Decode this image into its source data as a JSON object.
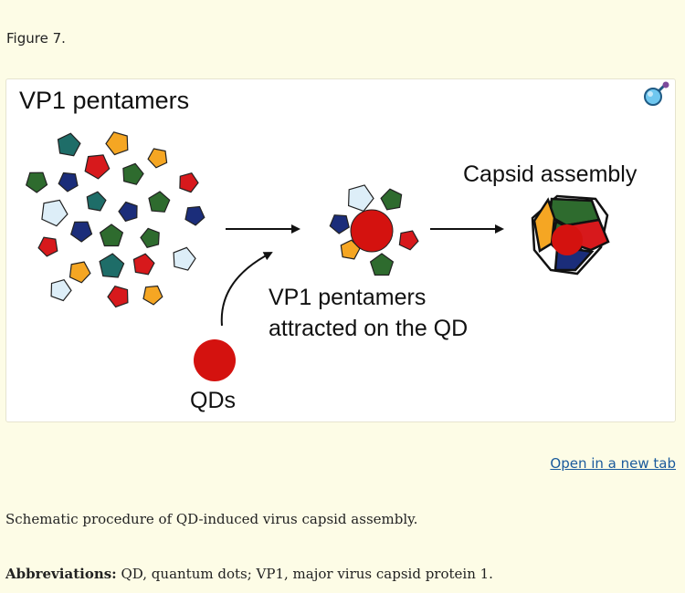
{
  "figure": {
    "label": "Figure 7.",
    "open_link": "Open in a new tab"
  },
  "diagram": {
    "left_title": "VP1 pentamers",
    "right_title": "Capsid assembly",
    "middle_label_line1": "VP1 pentamers",
    "middle_label_line2": "attracted on the QD",
    "qd_label": "QDs"
  },
  "colors": {
    "teal": "#1e6d68",
    "orange": "#f5a623",
    "green": "#2e6b2e",
    "red": "#d7191c",
    "navy": "#1b2d7a",
    "light": "#ddeef8",
    "qd_red": "#d4120f"
  },
  "caption": {
    "text": "Schematic procedure of QD-induced virus capsid assembly.",
    "abbrev_label": "Abbreviations:",
    "abbrev_text": " QD, quantum dots; VP1, major virus capsid protein 1."
  },
  "icons": {
    "zoom": "magnifier-icon"
  }
}
